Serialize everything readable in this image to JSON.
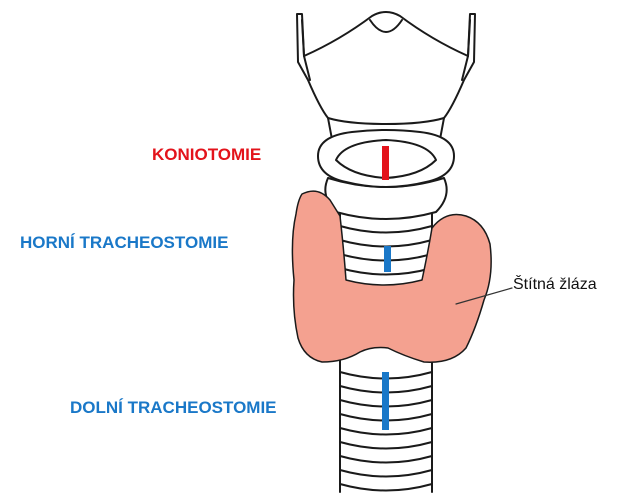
{
  "labels": {
    "koniotomie": "KONIOTOMIE",
    "horni": "HORNÍ TRACHEOSTOMIE",
    "dolni": "DOLNÍ TRACHEOSTOMIE",
    "thyroid": "Štítná žláza"
  },
  "colors": {
    "koniotomie": "#e3131b",
    "tracheostomie": "#1a78c8",
    "thyroid": "#f4a190",
    "outline": "#1a1a1a",
    "background": "#ffffff"
  }
}
